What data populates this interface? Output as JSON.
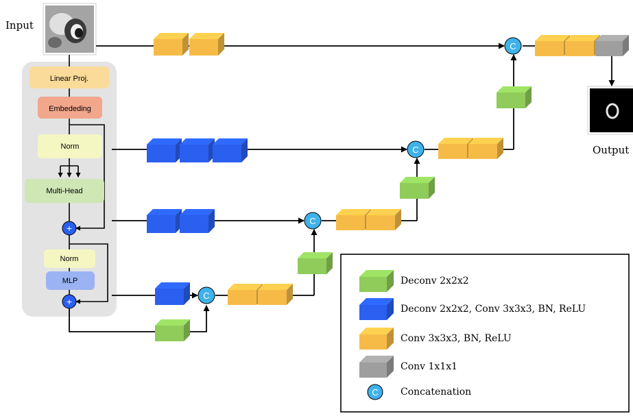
{
  "labels": {
    "input": "Input",
    "output": "Output"
  },
  "encoder": {
    "linear_proj": "Linear Proj.",
    "embedding": "Embededing",
    "norm1": "Norm",
    "multi_head": "Multi-Head",
    "add1": "+",
    "norm2": "Norm",
    "mlp": "MLP",
    "add2": "+"
  },
  "concat_symbol": "C",
  "legend": {
    "deconv": "Deconv 2x2x2",
    "deconv_conv": "Deconv 2x2x2, Conv 3x3x3, BN, ReLU",
    "conv_bn": "Conv 3x3x3, BN, ReLU",
    "conv1": "Conv 1x1x1",
    "concat": "Concatenation"
  },
  "colors": {
    "green": "#8fcc5a",
    "blue": "#2a5ff0",
    "yellow": "#f6bb47",
    "gray": "#9e9e9e",
    "concat": "#3fb2ea",
    "encoder_bg": "#e3e3e3",
    "linear_proj": "#fadb9a",
    "embedding": "#f2a68b",
    "norm": "#f5f7c2",
    "multi_head": "#cfe6b5",
    "mlp": "#9bb3f2"
  }
}
